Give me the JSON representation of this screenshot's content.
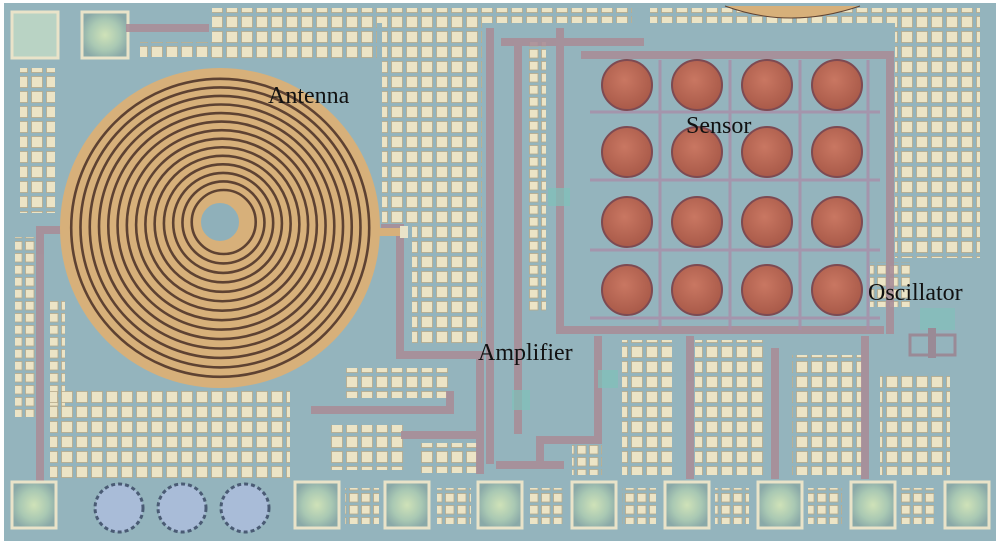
{
  "labels": {
    "antenna": "Antenna",
    "sensor": "Sensor",
    "amplifier": "Amplifier",
    "oscillator": "Oscillator"
  },
  "colors": {
    "substrate": "#8fb0ba",
    "fill_tile": "#ece4c6",
    "metal_trace": "#a98e98",
    "antenna_copper": "#d7b07a",
    "sensor_electrode": "#b96450"
  }
}
